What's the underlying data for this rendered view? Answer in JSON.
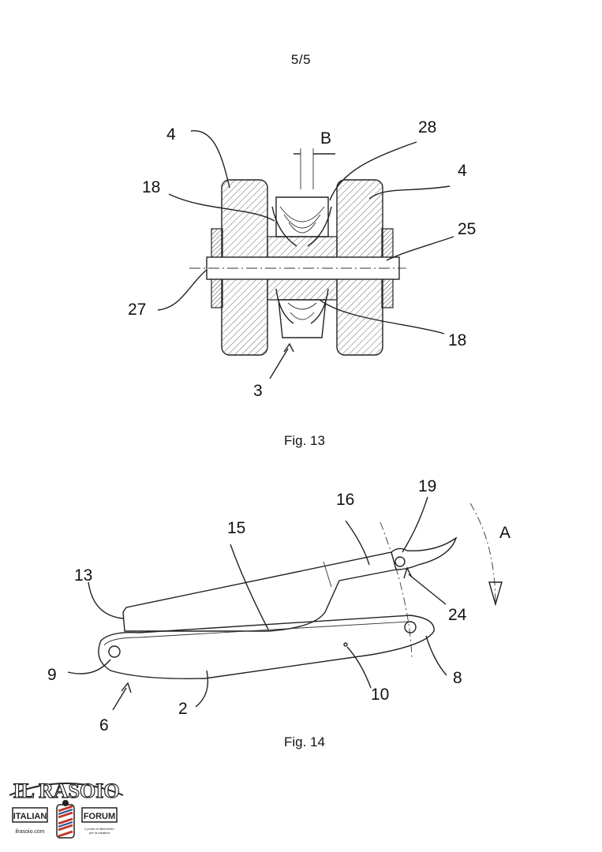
{
  "page_number": "5/5",
  "figures": [
    {
      "caption": "Fig. 13",
      "labels": [
        "4",
        "B",
        "28",
        "4",
        "18",
        "25",
        "27",
        "18",
        "3"
      ]
    },
    {
      "caption": "Fig. 14",
      "labels": [
        "19",
        "16",
        "15",
        "A",
        "13",
        "24",
        "9",
        "8",
        "10",
        "2",
        "6"
      ]
    }
  ],
  "logo": {
    "title": "IL RASOIO",
    "left_word": "ITALIAN",
    "right_word": "FORUM",
    "url": "ilrasoio.com",
    "tagline": "il punto di riferimento per la rasatura"
  },
  "colors": {
    "ink": "#222222",
    "hatch": "#555555",
    "paper": "#ffffff",
    "logo_red": "#c0392b",
    "logo_blue": "#2c4f8c"
  }
}
